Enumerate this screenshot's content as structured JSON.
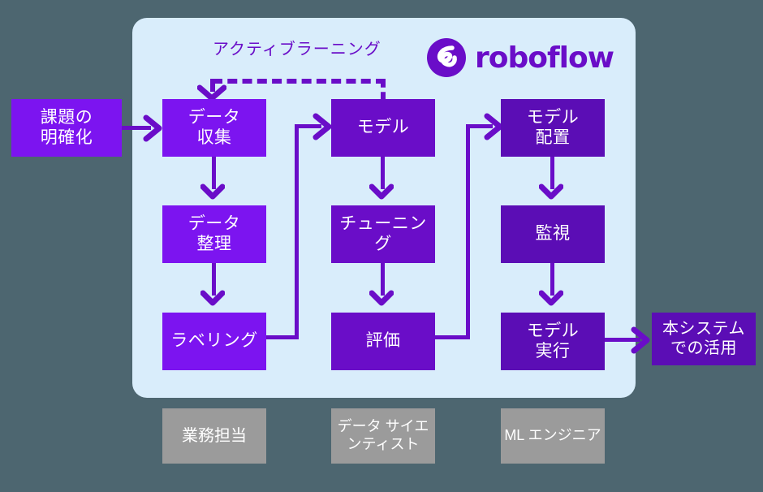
{
  "background_color": "#4d6670",
  "panel": {
    "name": "ml-lifecycle-panel",
    "background_color": "#d9edfb"
  },
  "brand": {
    "name": "roboflow",
    "wordmark": "roboflow",
    "color": "#6a0dc8",
    "icon": "roboflow-logo-icon"
  },
  "annotations": {
    "active_learning_label": "アクティブラーニング"
  },
  "colors": {
    "column_1": "#7c14f0",
    "column_2": "#6a0dc8",
    "column_3": "#5b0db5",
    "role_box": "#9b9b9b",
    "connector": "#6a0dc8"
  },
  "external_boxes": {
    "input": {
      "line1": "課題の",
      "line2": "明確化"
    },
    "output": {
      "line1": "本システム",
      "line2": "での活用"
    }
  },
  "columns": [
    {
      "role": "業務担当",
      "steps": [
        {
          "line1": "データ",
          "line2": "収集"
        },
        {
          "line1": "データ",
          "line2": "整理"
        },
        {
          "line1": "ラベリング",
          "line2": ""
        }
      ]
    },
    {
      "role_line1": "データ",
      "role_line2": "サイエンティスト",
      "steps": [
        {
          "line1": "モデル",
          "line2": ""
        },
        {
          "line1": "チューニング",
          "line2": ""
        },
        {
          "line1": "評価",
          "line2": ""
        }
      ]
    },
    {
      "role_line1": "ML",
      "role_line2": "エンジニア",
      "steps": [
        {
          "line1": "モデル",
          "line2": "配置"
        },
        {
          "line1": "監視",
          "line2": ""
        },
        {
          "line1": "モデル",
          "line2": "実行"
        }
      ]
    }
  ]
}
